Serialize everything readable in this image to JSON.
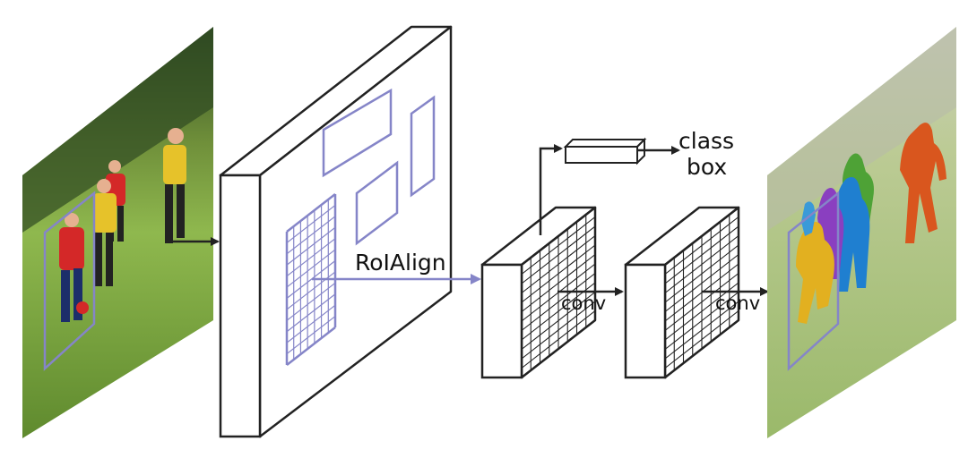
{
  "labels": {
    "roi_align": "RoIAlign",
    "class": "class",
    "box": "box",
    "conv_1": "conv",
    "conv_2": "conv"
  },
  "colors": {
    "outline": "#222222",
    "roi_blue": "#8585c8",
    "grass_light": "#8fb84e",
    "grass_dark": "#4f7a28",
    "trees": "#2f4a22",
    "jersey_red": "#d42828",
    "jersey_yellow": "#e6c22a",
    "mask_orange": "#d9561e",
    "mask_yellow": "#e2b020",
    "mask_purple": "#8a3fc0",
    "mask_blue": "#1f7fd0",
    "mask_green": "#4ea236"
  },
  "icons": {
    "input_image": "soccer-photo",
    "output_image": "soccer-photo-with-instance-masks"
  }
}
